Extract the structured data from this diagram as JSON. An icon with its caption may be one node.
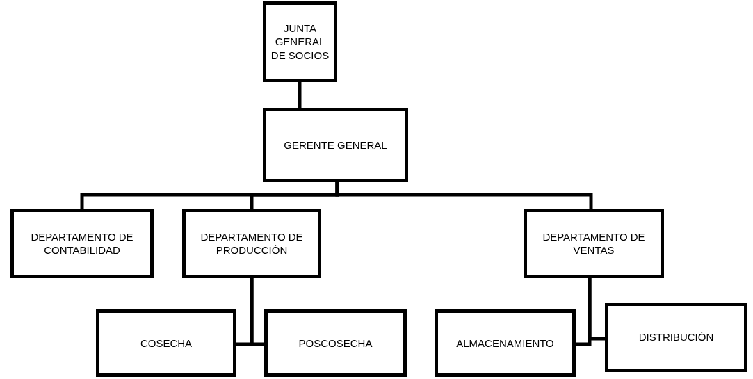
{
  "diagram": {
    "nodes": [
      {
        "text": [
          "JUNTA GENERAL DE SOCIOS"
        ]
      },
      {
        "text": [
          "GERENTE GENERAL"
        ]
      },
      {
        "text": [
          "DEPARTAMENTO DE CONTABILIDAD"
        ]
      },
      {
        "text": [
          "DEPARTAMENTO DE PRODUCCIÓN"
        ]
      },
      {
        "text": [
          "DEPARTAMENTO DE VENTAS"
        ]
      },
      {
        "text": [
          "COSECHA"
        ]
      },
      {
        "text": [
          "POSCOSECHA"
        ]
      },
      {
        "text": [
          "ALMACENAMIENTO"
        ]
      },
      {
        "text": [
          "DISTRIBUCIÓN"
        ]
      }
    ],
    "edges": [
      {
        "from": 0,
        "to": 1,
        "arrow": "none"
      },
      {
        "from": 1,
        "to": 2,
        "arrow": "none"
      },
      {
        "from": 1,
        "to": 3,
        "arrow": "none"
      },
      {
        "from": 1,
        "to": 4,
        "arrow": "none"
      },
      {
        "from": 3,
        "to": 5,
        "arrow": "none"
      },
      {
        "from": 3,
        "to": 6,
        "arrow": "none"
      },
      {
        "from": 4,
        "to": 7,
        "arrow": "none"
      },
      {
        "from": 4,
        "to": 8,
        "arrow": "none"
      }
    ]
  }
}
